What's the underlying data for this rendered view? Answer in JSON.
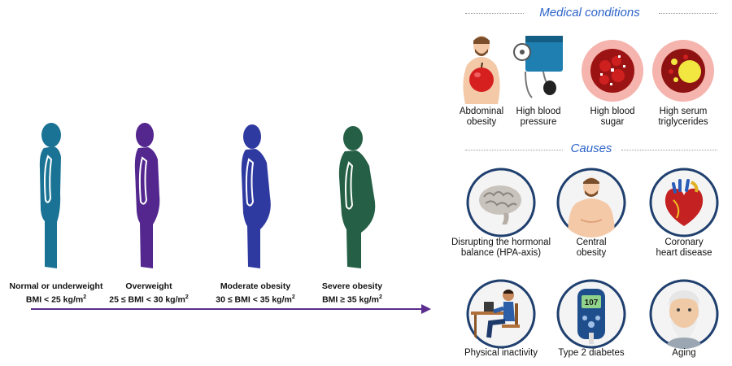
{
  "figures": [
    {
      "name": "normal",
      "line1": "Normal or underweight",
      "line2": "BMI < 25 kg/m",
      "sup": "2",
      "color": "#1a7395"
    },
    {
      "name": "overweight",
      "line1": "Overweight",
      "line2": "25 ≤ BMI < 30 kg/m",
      "sup": "2",
      "color": "#54278f"
    },
    {
      "name": "moderate",
      "line1": "Moderate obesity",
      "line2": "30 ≤ BMI < 35 kg/m",
      "sup": "2",
      "color": "#2f3aa1"
    },
    {
      "name": "severe",
      "line1": "Severe obesity",
      "line2": "BMI ≥ 35 kg/m",
      "sup": "2",
      "color": "#256046"
    }
  ],
  "medical": {
    "title": "Medical conditions",
    "items": [
      {
        "l1": "Abdominal",
        "l2": "obesity",
        "icon": "abdominal-obesity-icon"
      },
      {
        "l1": "High blood",
        "l2": "pressure",
        "icon": "blood-pressure-cuff-icon"
      },
      {
        "l1": "High blood",
        "l2": "sugar",
        "icon": "blood-sugar-icon"
      },
      {
        "l1": "High serum",
        "l2": "triglycerides",
        "icon": "triglycerides-icon"
      }
    ]
  },
  "causes": {
    "title": "Causes",
    "items": [
      {
        "l1": "Disrupting the hormonal",
        "l2": "balance (HPA-axis)",
        "icon": "brain-icon"
      },
      {
        "l1": "Central",
        "l2": "obesity",
        "icon": "central-obesity-icon"
      },
      {
        "l1": "Coronary",
        "l2": "heart disease",
        "icon": "heart-icon"
      },
      {
        "l1": "Physical inactivity",
        "l2": "",
        "icon": "sitting-person-icon"
      },
      {
        "l1": "Type 2 diabetes",
        "l2": "",
        "icon": "glucometer-icon"
      },
      {
        "l1": "Aging",
        "l2": "",
        "icon": "elderly-man-icon"
      }
    ],
    "glucometer_reading": "107"
  },
  "colors": {
    "accent": "#2c63c9",
    "arrow": "#5b2d8e",
    "ring": "#1f3f6e",
    "red_ring": "#d9534f"
  }
}
